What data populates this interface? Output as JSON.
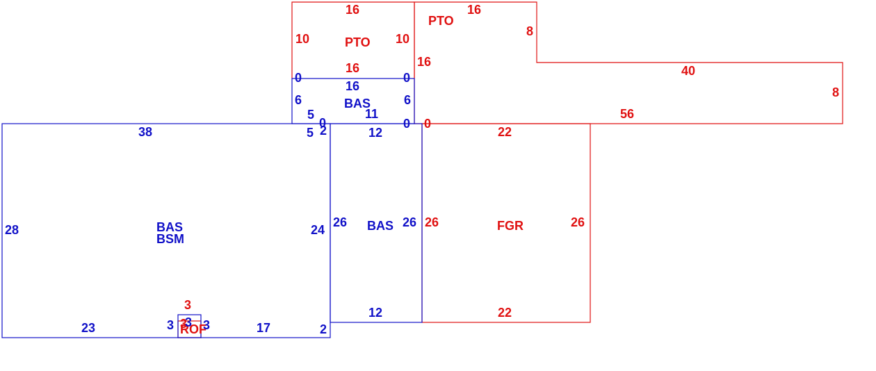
{
  "colors": {
    "blue": "#1010c8",
    "red": "#e01010"
  },
  "areas": {
    "pto_left": "PTO",
    "pto_right": "PTO",
    "bas_small": "BAS",
    "bas_main": "BAS",
    "bsm_main": "BSM",
    "bas_mid": "BAS",
    "fgr": "FGR",
    "roof": "ROF"
  },
  "dims": {
    "pto_l_top": "16",
    "pto_l_left": "10",
    "pto_l_right": "10",
    "pto_l_bottom": "16",
    "pto_r_top": "16",
    "pto_r_right": "8",
    "pto_r_left": "16",
    "pto_r_40": "40",
    "pto_r_8": "8",
    "pto_r_56": "56",
    "pto_r_0": "0",
    "bas_s_0_left": "0",
    "bas_s_0_right": "0",
    "bas_s_top": "16",
    "bas_s_6_left": "6",
    "bas_s_6_right": "6",
    "bas_s_5": "5",
    "bas_s_11": "11",
    "bas_s_0_bl": "0",
    "bas_s_0_br": "0",
    "main_top": "38",
    "main_left": "28",
    "main_right": "24",
    "main_5": "5",
    "main_2_top": "2",
    "main_bottom_left": "23",
    "main_bottom_right": "17",
    "main_2_br": "2",
    "mid_top": "12",
    "mid_left": "26",
    "mid_right": "26",
    "mid_bottom": "12",
    "fgr_top": "22",
    "fgr_left": "26",
    "fgr_right": "26",
    "fgr_bottom": "22",
    "rof_top": "3",
    "rof_left": "3",
    "rof_right": "3",
    "rof_inner_blue": "3",
    "rof_inner_red": "3"
  }
}
